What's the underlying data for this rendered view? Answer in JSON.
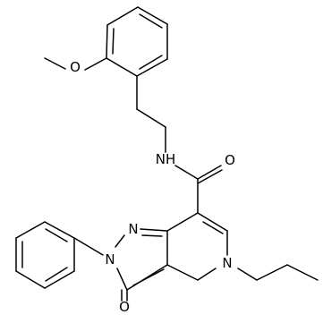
{
  "atoms": {
    "methoxy_o": "O",
    "amide_nh": "NH",
    "amide_o": "O",
    "pyrazole_n_top": "N",
    "pyrazole_n_left": "N",
    "pyridine_n": "N",
    "ketone_o": "O"
  }
}
